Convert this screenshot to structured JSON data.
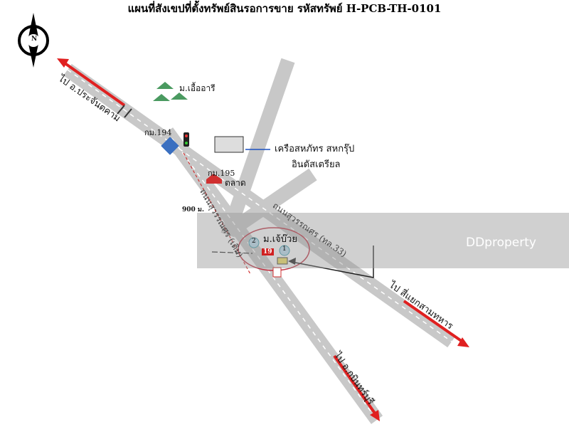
{
  "title": "แผนที่สังเขปที่ตั้งทรัพย์สินรอการขาย รหัสทรัพย์ H-PCB-TH-0101",
  "compass": "N",
  "labels": {
    "to_prachantakham": "ไป อ.ประจันตคาม",
    "to_samthahan": "ไป สี่แยกสามทหาร",
    "to_kabinburi": "ไป อ.กบินทร์บุรี",
    "village_uea_arree": "ม.เอื้ออารี",
    "km194": "กม.194",
    "km195": "กม.195",
    "market": "ตลาด",
    "factory_line1": "เครือสหภัทร สหกรุ๊ป",
    "factory_line2": "อินดัสเตรียล",
    "distance": "900 ม.",
    "road_old": "ถนนสุวรรณศร (เดิม)",
    "road_main": "ถนนสุวรรณศร (ทล.33)",
    "village_target": "ม.เจ้บ๊วย",
    "marker1": "1",
    "marker2": "2",
    "route_no": "19"
  },
  "watermark": "DDproperty",
  "colors": {
    "road": "#c8c8c8",
    "arrow": "#e02020",
    "circle": "#c03040"
  }
}
